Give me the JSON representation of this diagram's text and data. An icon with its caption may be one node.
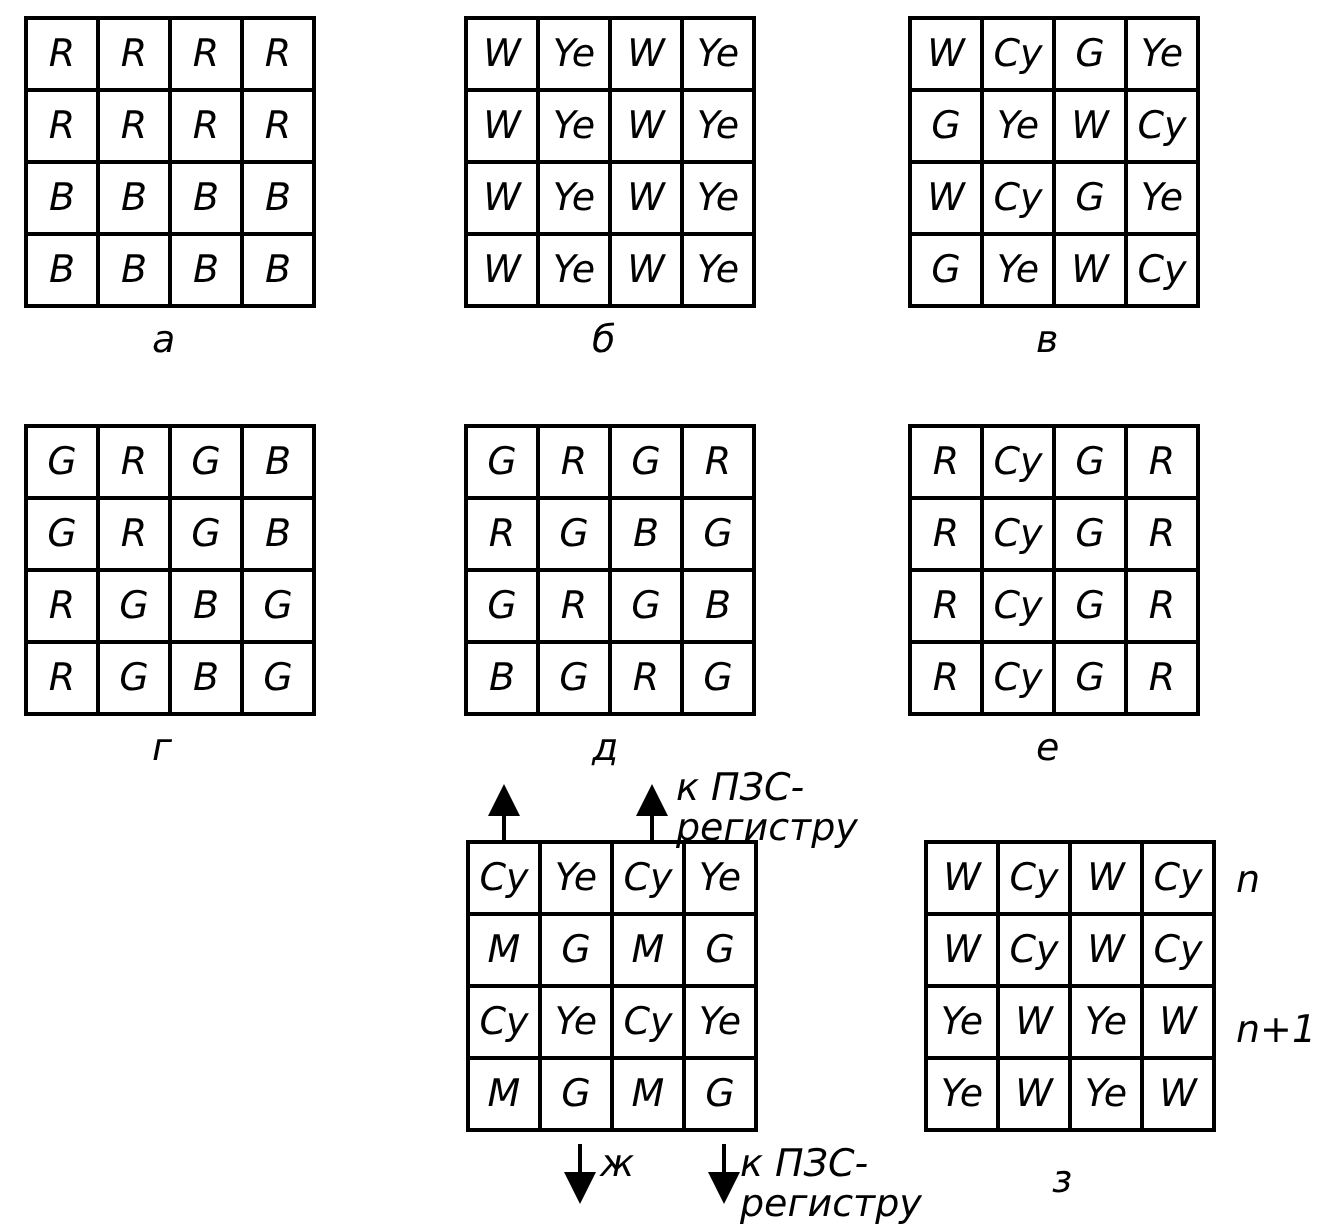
{
  "diagram": {
    "labels": [
      "R",
      "R",
      "R",
      "R",
      "R",
      "R",
      "R",
      "R",
      "B",
      "B",
      "B",
      "B",
      "B",
      "B",
      "B",
      "B",
      "а",
      "W",
      "Ye",
      "W",
      "Ye",
      "W",
      "Ye",
      "W",
      "Ye",
      "W",
      "Ye",
      "W",
      "Ye",
      "W",
      "Ye",
      "W",
      "Ye",
      "б",
      "W",
      "Cy",
      "G",
      "Ye",
      "G",
      "Ye",
      "W",
      "Cy",
      "W",
      "Cy",
      "G",
      "Ye",
      "G",
      "Ye",
      "W",
      "Cy",
      "в",
      "G",
      "R",
      "G",
      "B",
      "G",
      "R",
      "G",
      "B",
      "R",
      "G",
      "B",
      "G",
      "R",
      "G",
      "B",
      "G",
      "г",
      "G",
      "R",
      "G",
      "R",
      "R",
      "G",
      "B",
      "G",
      "G",
      "R",
      "G",
      "B",
      "B",
      "G",
      "R",
      "G",
      "д",
      "R",
      "Cy",
      "G",
      "R",
      "R",
      "Cy",
      "G",
      "R",
      "R",
      "Cy",
      "G",
      "R",
      "R",
      "Cy",
      "G",
      "R",
      "е",
      "к ПЗС-регистру",
      "Cy",
      "Ye",
      "Cy",
      "Ye",
      "M",
      "G",
      "M",
      "G",
      "Cy",
      "Ye",
      "Cy",
      "Ye",
      "M",
      "G",
      "M",
      "G",
      "ж",
      "к ПЗС-регистру",
      "W",
      "Cy",
      "W",
      "Cy",
      "W",
      "Cy",
      "W",
      "Cy",
      "Ye",
      "W",
      "Ye",
      "W",
      "Ye",
      "W",
      "Ye",
      "W",
      "n",
      "n+1",
      "з"
    ]
  }
}
